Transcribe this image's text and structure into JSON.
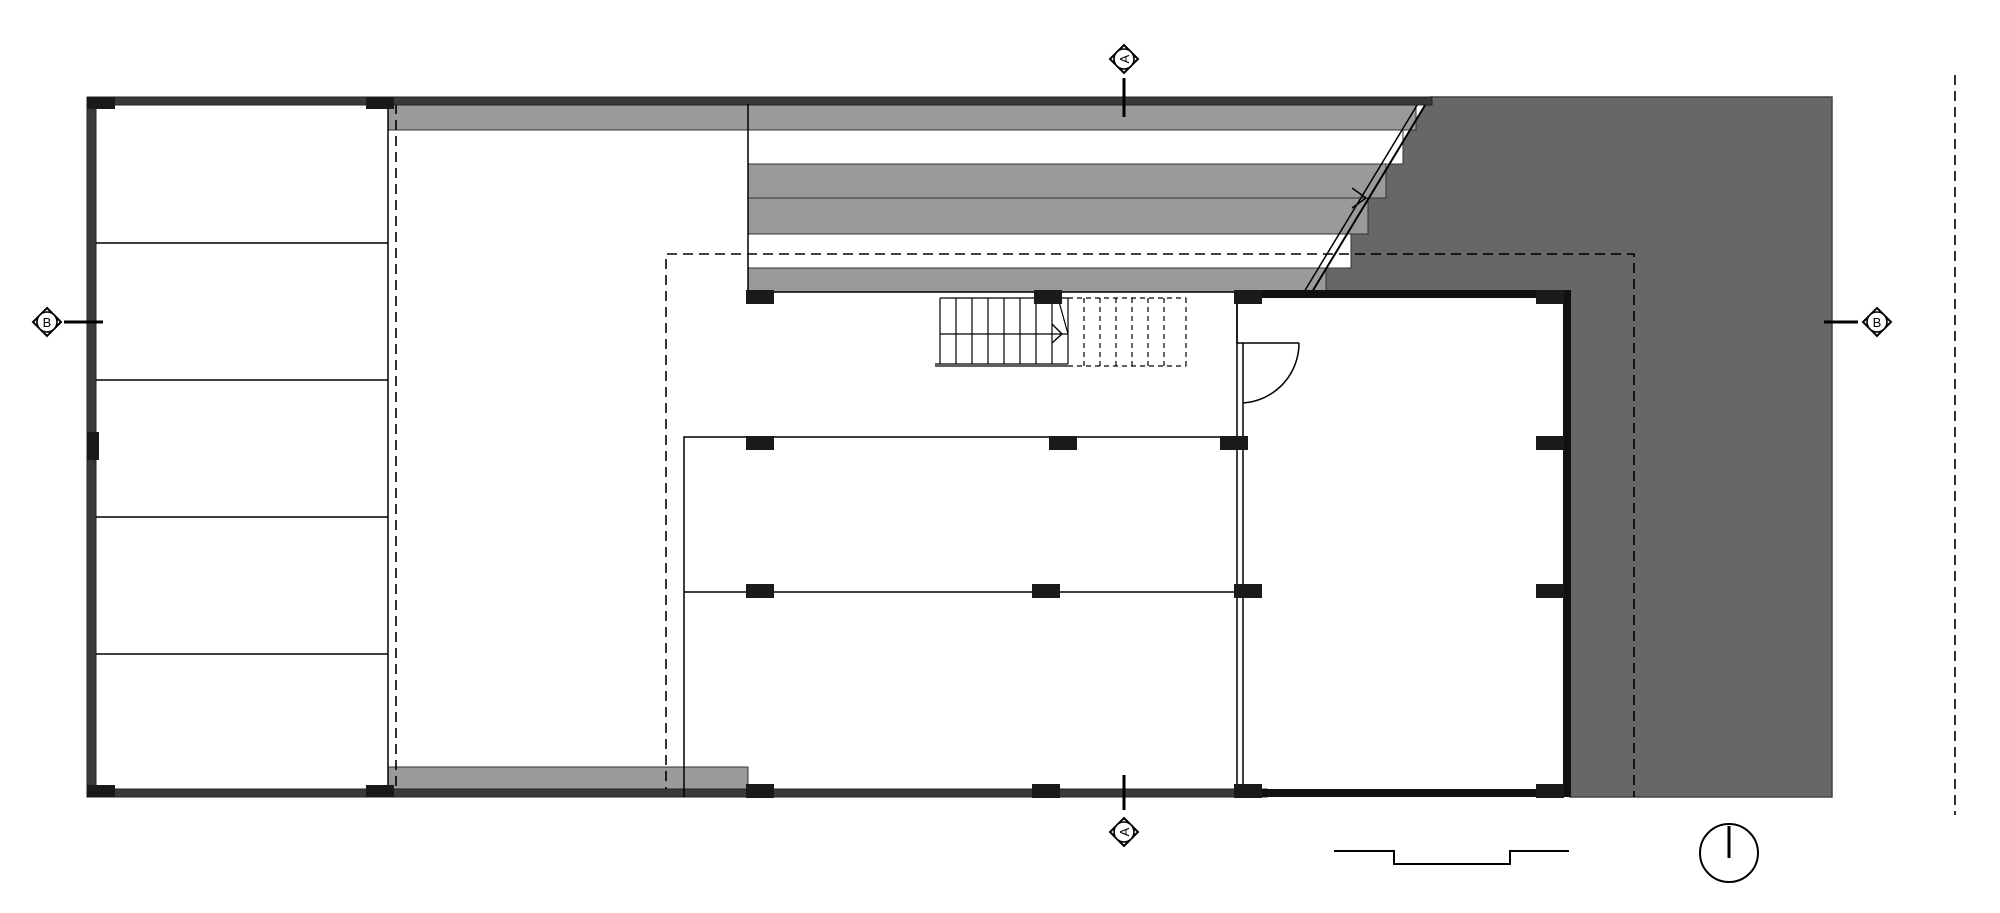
{
  "section_markers": {
    "a_top": "A",
    "a_bottom": "A",
    "b_left": "B",
    "b_right": "B"
  },
  "colors": {
    "wall": "#222222",
    "column": "#1a1a1a",
    "light_fill": "#9a9a9a",
    "dark_fill": "#676767",
    "line": "#000000"
  },
  "icons": {
    "north_arrow": "north-arrow-icon",
    "section_cut": "section-marker-icon",
    "scale_bar": "scale-bar-icon",
    "stair_arrow": "stair-direction-arrow-icon"
  }
}
